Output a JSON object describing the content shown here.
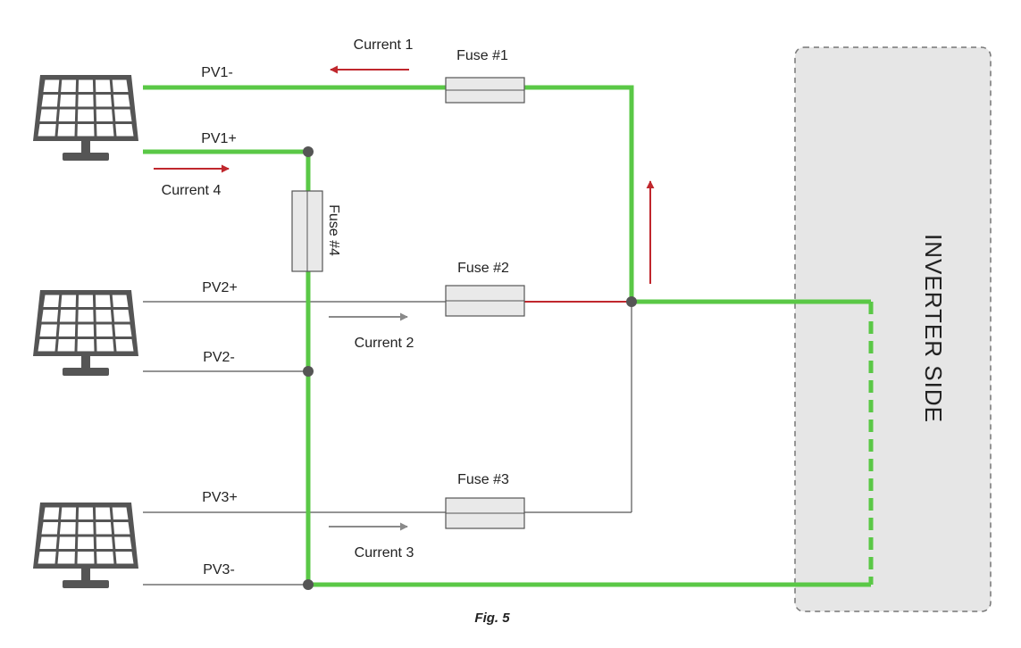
{
  "colors": {
    "energized": "#5ac846",
    "fault": "#c0272d",
    "neutral": "#555555",
    "current_neutral": "#8a8a8a",
    "fuse_fill": "#e9e9e9",
    "inverter_fill": "#e6e6e6",
    "panel": "#555555"
  },
  "panels": [
    {
      "name": "solar-panel-1-icon"
    },
    {
      "name": "solar-panel-2-icon"
    },
    {
      "name": "solar-panel-3-icon"
    }
  ],
  "wires": {
    "pv1_minus": "PV1-",
    "pv1_plus": "PV1+",
    "pv2_plus": "PV2+",
    "pv2_minus": "PV2-",
    "pv3_plus": "PV3+",
    "pv3_minus": "PV3-"
  },
  "fuses": {
    "fuse1": "Fuse #1",
    "fuse2": "Fuse #2",
    "fuse3": "Fuse #3",
    "fuse4": "Fuse #4"
  },
  "currents": {
    "current1": "Current 1",
    "current2": "Current 2",
    "current3": "Current 3",
    "current4": "Current 4"
  },
  "inverter": {
    "label": "INVERTER SIDE"
  },
  "caption": "Fig. 5"
}
